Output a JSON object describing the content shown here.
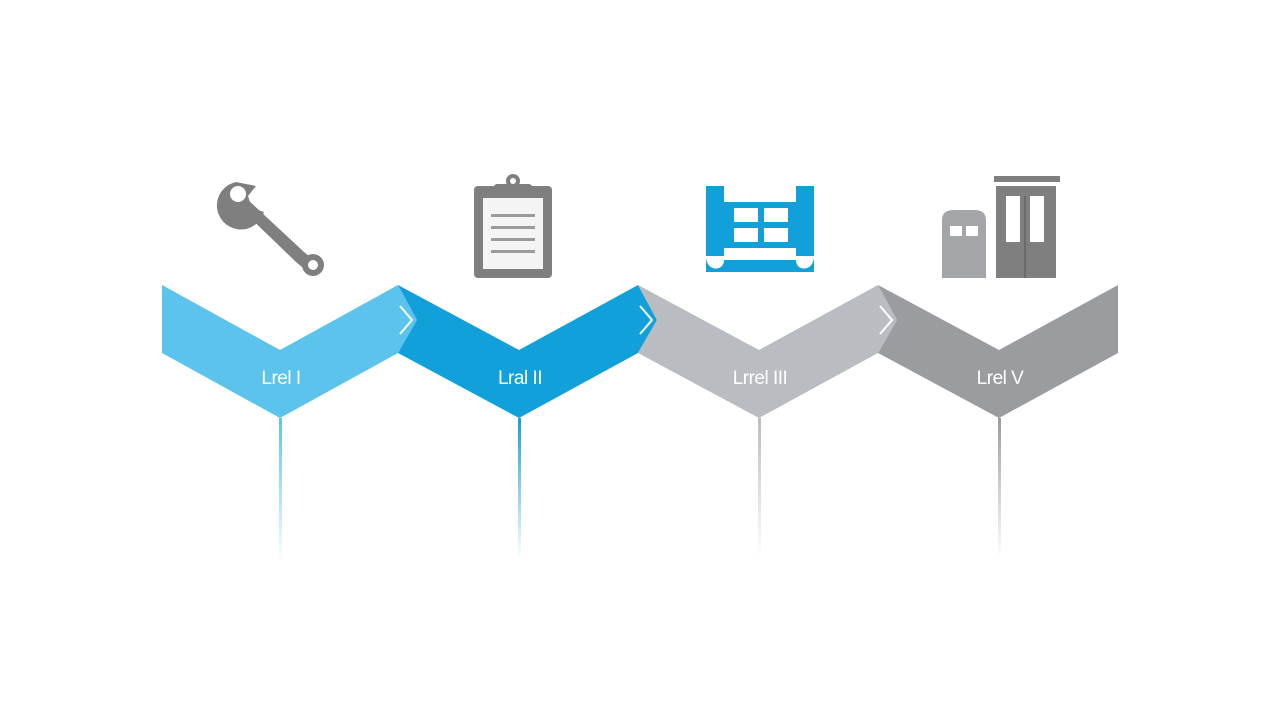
{
  "steps": [
    {
      "label": "Lrel I",
      "icon": "wrench-icon",
      "color": "#5bc3ec",
      "icon_color": "#7f7f7f"
    },
    {
      "label": "Lral II",
      "icon": "clipboard-icon",
      "color": "#12a0da",
      "icon_color": "#7f7f7f"
    },
    {
      "label": "Lrrel III",
      "icon": "blueprint-icon",
      "color": "#b9bcc0",
      "icon_color": "#12a0da"
    },
    {
      "label": "Lrel V",
      "icon": "building-icon",
      "color": "#9a9ca0",
      "icon_color": "#a3a5a8"
    }
  ]
}
